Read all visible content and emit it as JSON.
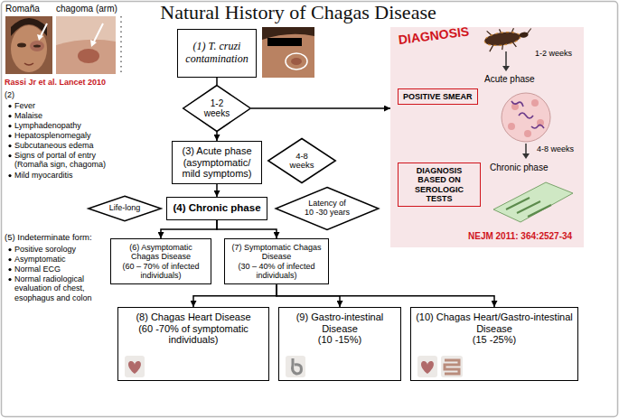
{
  "diagram": {
    "title": "Natural History of Chagas Disease",
    "nodes": [
      {
        "text": [
          "(1) T. cruzi contamination"
        ]
      },
      {
        "text": [
          "DIAGNOSIS",
          "1-2 weeks",
          "Acute phase",
          "4-8 weeks",
          "Chronic phase",
          "NEJM 2011: 364:2527-34"
        ]
      },
      {
        "text": [
          "POSITIVE SMEAR"
        ],
        "in": 1
      },
      {
        "text": [
          "DIAGNOSIS BASED ON SEROLOGIC TESTS"
        ],
        "in": 1
      },
      {
        "text": [
          "1-2 weeks"
        ]
      },
      {
        "text": [
          "(3) Acute phase (asymptomatic/ mild symptoms)"
        ]
      },
      {
        "text": [
          "4-8 weeks"
        ]
      },
      {
        "text": [
          "Life-long"
        ]
      },
      {
        "text": [
          "(4) Chronic phase"
        ]
      },
      {
        "text": [
          "Latency of 10 -30 years"
        ]
      },
      {
        "text": [
          "(6) Asymptomatic Chagas Disease",
          "(60 – 70% of infected individuals)"
        ]
      },
      {
        "text": [
          "(7) Symptomatic Chagas Disease",
          "(30 – 40% of infected individuals)"
        ]
      },
      {
        "text": [
          "(8) Chagas Heart Disease",
          "(60 -70% of symptomatic individuals)"
        ]
      },
      {
        "text": [
          "(9) Gastro-intestinal Disease",
          "(10 -15%)"
        ]
      },
      {
        "text": [
          "(10) Chagas Heart/Gastro-intestinal Disease",
          "(15 -25%)"
        ]
      }
    ],
    "edges": [
      {
        "from": 0,
        "to": 4,
        "arrow": "none"
      },
      {
        "from": 4,
        "to": 1,
        "arrow": "to"
      },
      {
        "from": 4,
        "to": 5,
        "arrow": "to"
      },
      {
        "from": 5,
        "to": 8,
        "arrow": "to"
      },
      {
        "from": 8,
        "to": 10,
        "arrow": "to"
      },
      {
        "from": 8,
        "to": 11,
        "arrow": "to"
      },
      {
        "from": 11,
        "to": 12,
        "arrow": "to"
      },
      {
        "from": 11,
        "to": 13,
        "arrow": "to"
      },
      {
        "from": 11,
        "to": 14,
        "arrow": "to"
      }
    ],
    "labels": [
      "Romaña",
      "chagoma (arm)",
      "Rassi Jr et al. Lancet 2010",
      "(2)",
      "Fever",
      "Malaise",
      "Lymphadenopathy",
      "Hepatosplenomegaly",
      "Subcutaneous edema",
      "Signs of portal of entry (Romaña sign, chagoma)",
      "Mild myocarditis",
      "(5) Indeterminate form:",
      "Positive sorology",
      "Asymptomatic",
      "Normal ECG",
      "Normal radiological evaluation of chest, esophagus and colon"
    ]
  }
}
